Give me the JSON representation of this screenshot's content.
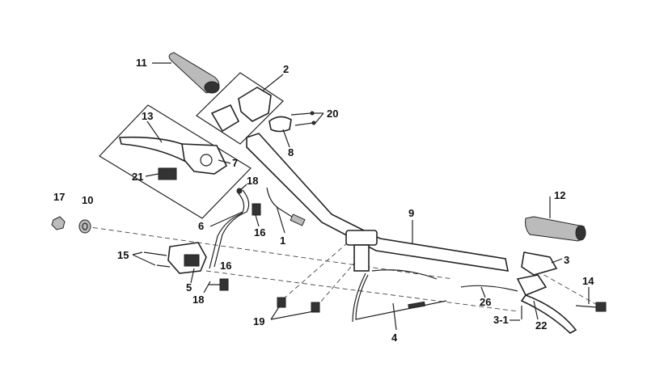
{
  "diagram": {
    "labels": [
      "11",
      "2",
      "20",
      "13",
      "8",
      "7",
      "21",
      "18",
      "17",
      "10",
      "12",
      "9",
      "6",
      "16",
      "1",
      "15",
      "3",
      "16",
      "5",
      "18",
      "14",
      "26",
      "19",
      "3-1",
      "22",
      "4"
    ]
  },
  "colors": {
    "ink": "#222222",
    "background": "#ffffff"
  }
}
